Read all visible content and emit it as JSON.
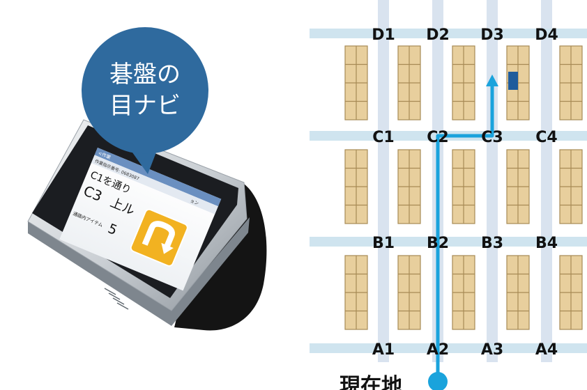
{
  "bubble": {
    "line1": "碁盤の",
    "line2": "目ナビ"
  },
  "device": {
    "header": "<作業",
    "order_label": "作業指示番号: 0683087",
    "order_suffix": "ョン",
    "instruction1": "C1を通り",
    "instruction2_code": "C3",
    "instruction2_dir": "上ル",
    "items_label": "通路内アイテム",
    "items_count": "5",
    "icon": "u-turn-arrow-icon"
  },
  "map": {
    "rows": [
      {
        "name": "D",
        "labels": [
          "D1",
          "D2",
          "D3",
          "D4"
        ]
      },
      {
        "name": "C",
        "labels": [
          "C1",
          "C2",
          "C3",
          "C4"
        ]
      },
      {
        "name": "B",
        "labels": [
          "B1",
          "B2",
          "B3",
          "B4"
        ]
      },
      {
        "name": "A",
        "labels": [
          "A1",
          "A2",
          "A3",
          "A4"
        ]
      }
    ],
    "current_location_label": "現在地",
    "target": {
      "block_row": 0,
      "block_col": 3
    },
    "colors": {
      "aisle": "#cfe4ef",
      "column": "#d9e3ef",
      "shelf": "#e8cf9d",
      "shelf_line": "#a78a55",
      "route": "#1aa3dc",
      "target": "#1f5c9c",
      "label": "#111111"
    }
  },
  "colors": {
    "bubble": "#2f6a9e",
    "bubble_text": "#ffffff",
    "icon_bg": "#f2b221"
  }
}
